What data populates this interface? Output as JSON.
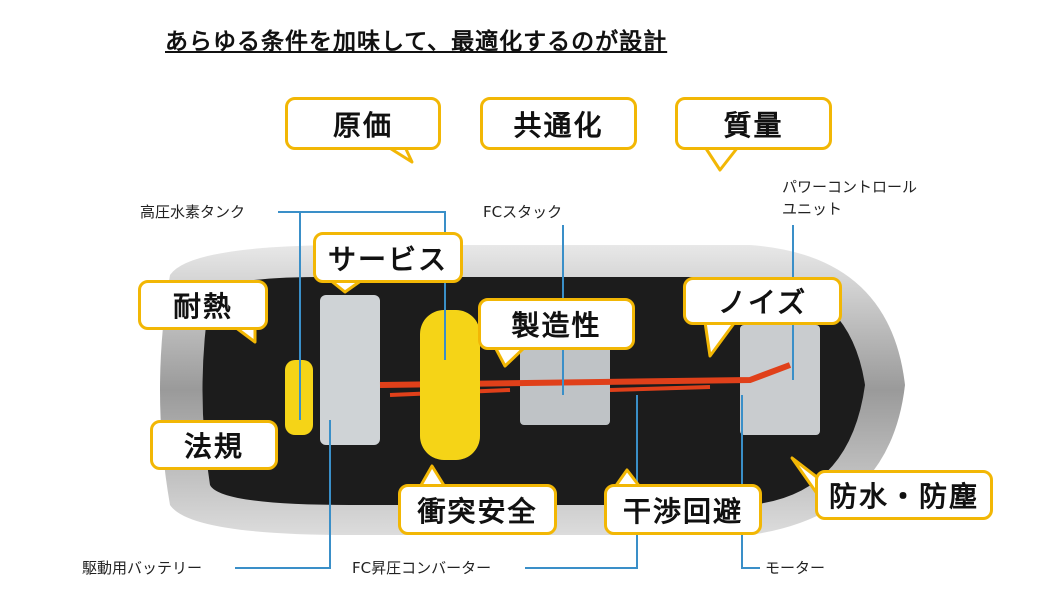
{
  "title": "あらゆる条件を加味して、最適化するのが設計",
  "callouts": {
    "cost": "原価",
    "commonization": "共通化",
    "mass": "質量",
    "service": "サービス",
    "heat": "耐熱",
    "manufacturability": "製造性",
    "noise": "ノイズ",
    "regulation": "法規",
    "crash": "衝突安全",
    "interference": "干渉回避",
    "waterproof": "防水・防塵"
  },
  "labels": {
    "tank": "高圧水素タンク",
    "fc_stack": "FCスタック",
    "pcu_1": "パワーコントロール",
    "pcu_2": "ユニット",
    "battery": "駆動用バッテリー",
    "converter": "FC昇圧コンバーター",
    "motor": "モーター"
  },
  "colors": {
    "callout_border": "#f2b705",
    "leader": "#3a8fc8",
    "tank": "#f5d417",
    "harness": "#e0401a"
  }
}
